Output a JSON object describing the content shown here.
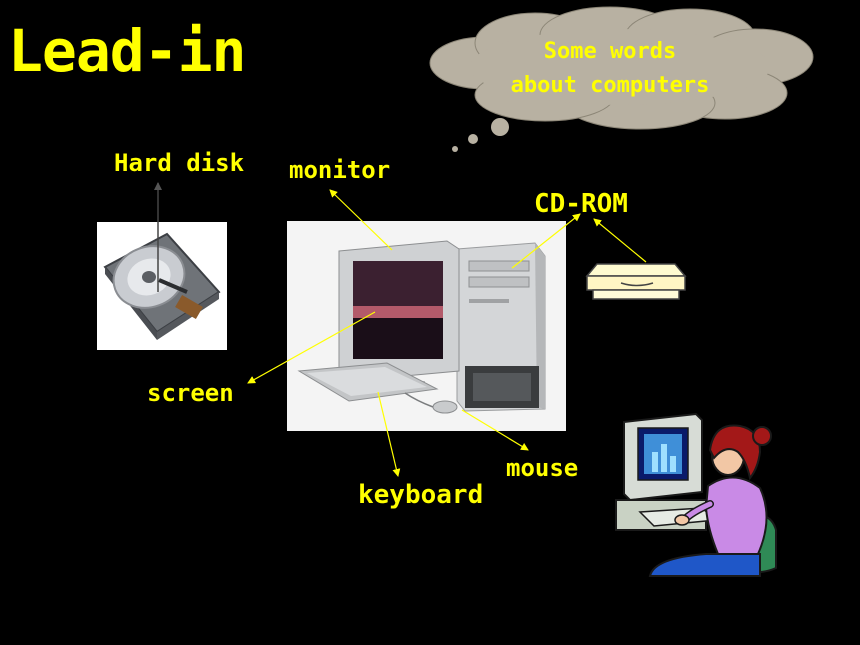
{
  "slide": {
    "title": "Lead-in",
    "cloud": {
      "line1": "Some words",
      "line2": "about computers"
    },
    "labels": {
      "hard_disk": "Hard disk",
      "monitor": "monitor",
      "cd_rom": "CD-ROM",
      "screen": "screen",
      "keyboard": "keyboard",
      "mouse": "mouse"
    }
  },
  "colors": {
    "background": "#000000",
    "text": "#ffff00",
    "cloud": "#b8b1a2"
  }
}
